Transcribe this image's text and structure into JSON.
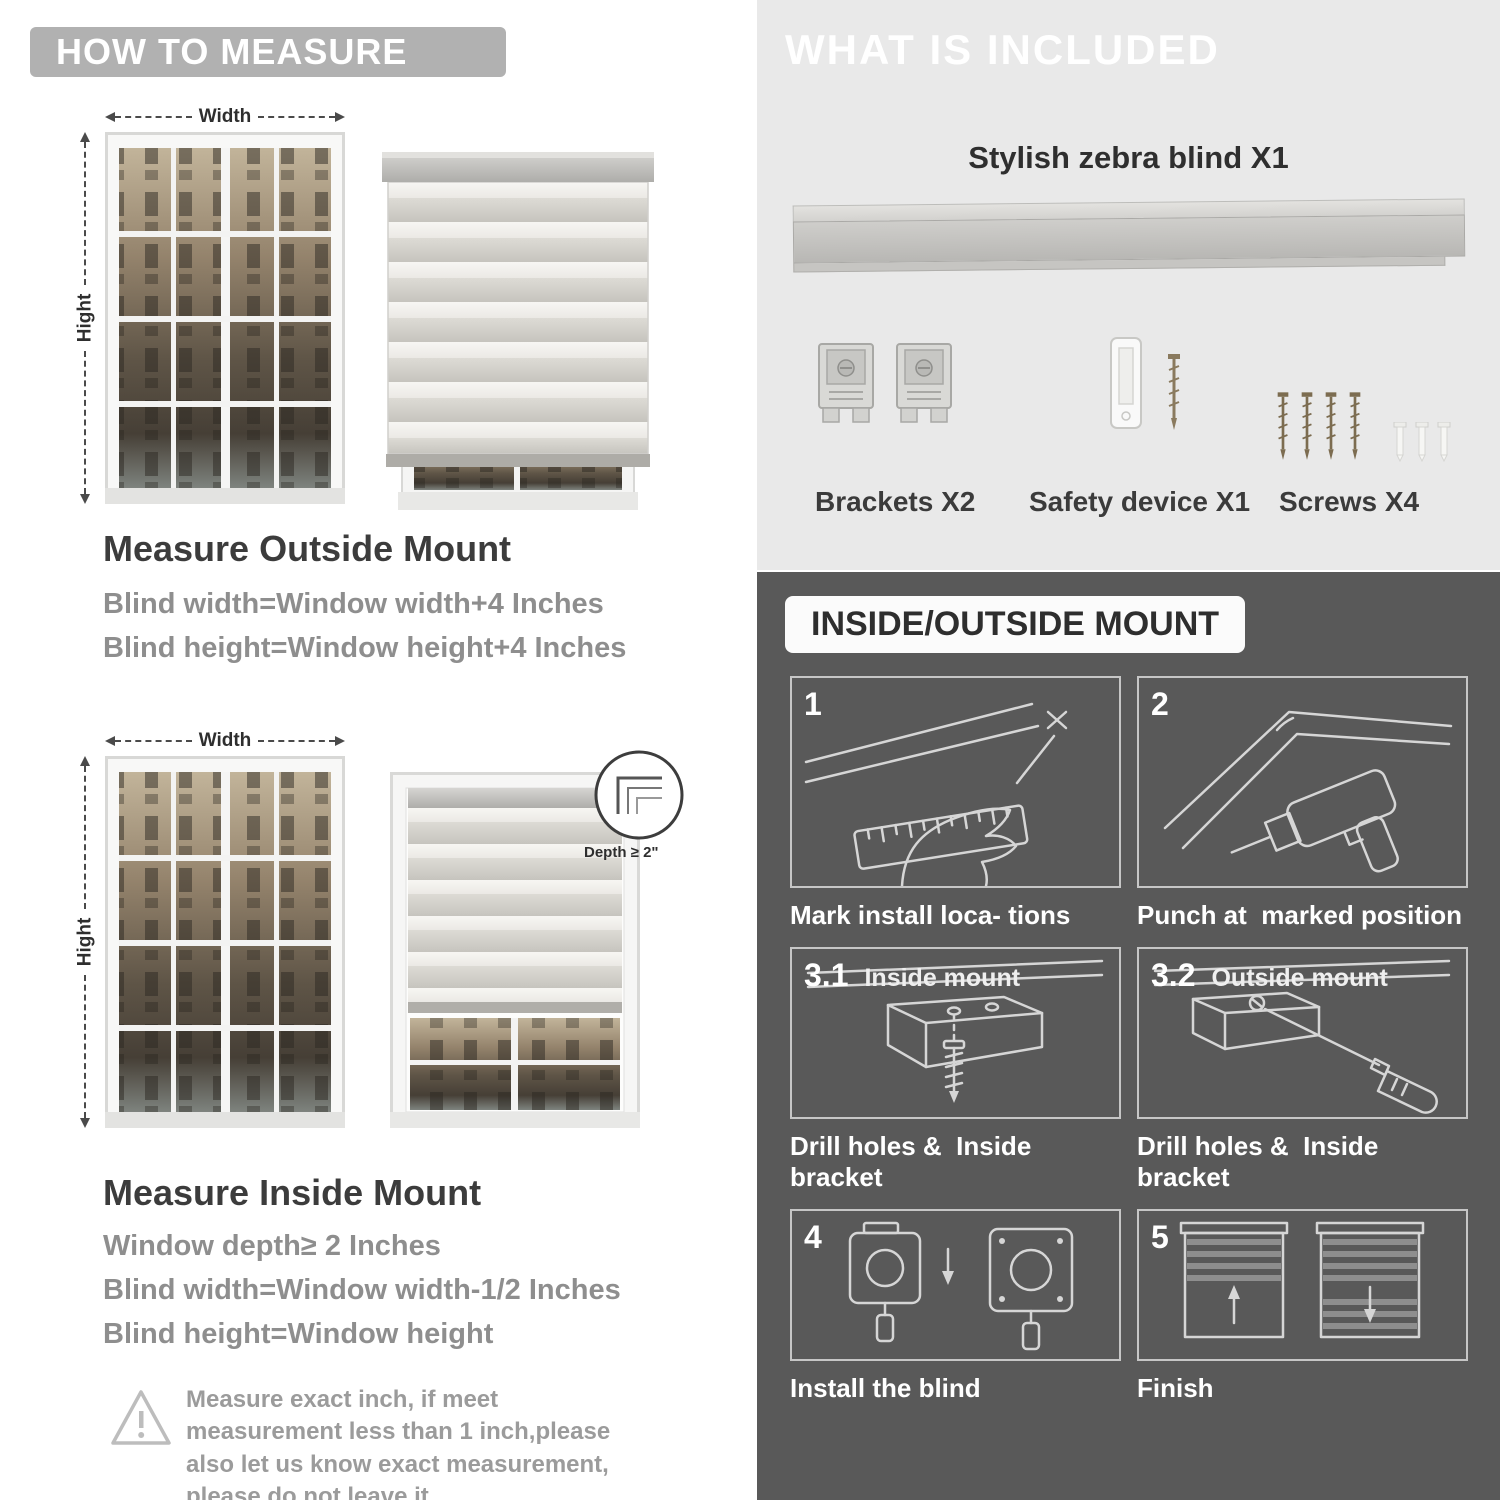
{
  "colors": {
    "banner_gray": "#b1b1b1",
    "included_bg": "#e9e9e9",
    "mount_bg": "#595959",
    "heading_text": "#3c3c3c",
    "muted_text": "#8e8e8e",
    "title_white": "#ffffff"
  },
  "how_to_measure": {
    "title": "HOW TO MEASURE",
    "outside": {
      "width_label": "Width",
      "height_label": "Hight",
      "heading": "Measure Outside Mount",
      "rule1": "Blind width=Window width+4 Inches",
      "rule2": "Blind height=Window height+4 Inches"
    },
    "inside": {
      "width_label": "Width",
      "height_label": "Hight",
      "depth_note": "Depth ≥ 2\"",
      "heading": "Measure Inside Mount",
      "rule1": "Window depth≥ 2 Inches",
      "rule2": "Blind width=Window width-1/2 Inches",
      "rule3": "Blind height=Window height"
    },
    "warning": "Measure exact inch, if meet measurement less than 1 inch,please also let us know exact measurement, please do not leave it"
  },
  "included": {
    "title": "WHAT IS INCLUDED",
    "product": "Stylish zebra blind X1",
    "items": [
      {
        "label": "Brackets X2"
      },
      {
        "label": "Safety device X1"
      },
      {
        "label": "Screws X4"
      }
    ]
  },
  "mount_guide": {
    "title": "INSIDE/OUTSIDE MOUNT",
    "steps": [
      {
        "num": "1",
        "caption": "Mark install loca- tions"
      },
      {
        "num": "2",
        "caption": "Punch at  marked position"
      },
      {
        "num": "3.1",
        "label": "Inside mount",
        "caption": "Drill holes &  Inside bracket"
      },
      {
        "num": "3.2",
        "label": "Outside mount",
        "caption": "Drill holes &  Inside bracket"
      },
      {
        "num": "4",
        "caption": "Install the blind"
      },
      {
        "num": "5",
        "caption": "Finish"
      }
    ]
  }
}
